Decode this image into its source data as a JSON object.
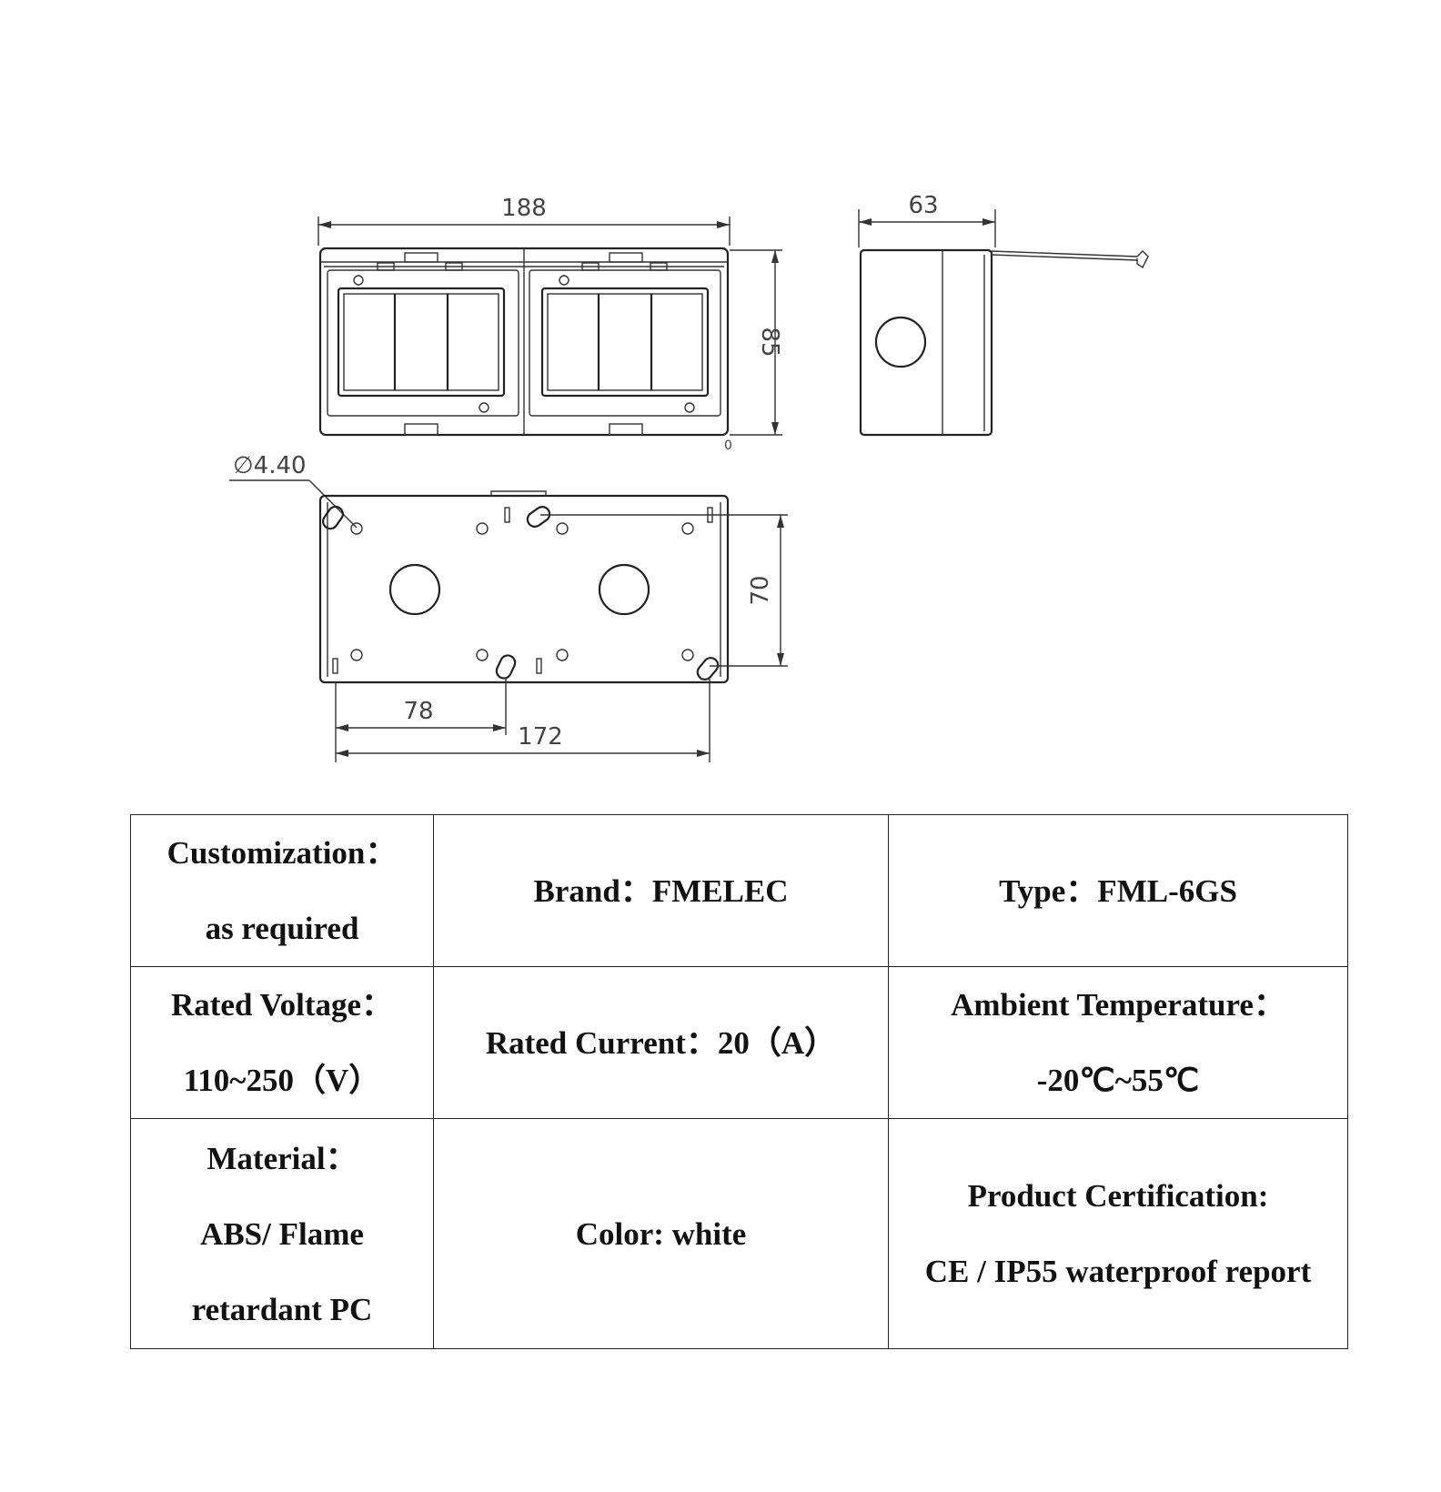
{
  "dimensions": {
    "width_188": "188",
    "height_85": "85",
    "depth_63": "63",
    "hole_dia": "∅4.40",
    "height_70": "70",
    "spacing_78": "78",
    "spacing_172": "172",
    "small_mark": "0"
  },
  "specs": {
    "customization_label": "Customization：",
    "customization_value": "as required",
    "brand": "Brand：FMELEC",
    "type": "Type：FML-6GS",
    "voltage_label": "Rated Voltage：",
    "voltage_value": "110~250（V）",
    "current": "Rated Current：20（A）",
    "temp_label": "Ambient Temperature：",
    "temp_value": "-20℃~55℃",
    "material_label": "Material：",
    "material_value_1": "ABS/ Flame",
    "material_value_2": "retardant PC",
    "color": "Color: white",
    "cert_label": "Product Certification:",
    "cert_value": "CE / IP55 waterproof report"
  }
}
